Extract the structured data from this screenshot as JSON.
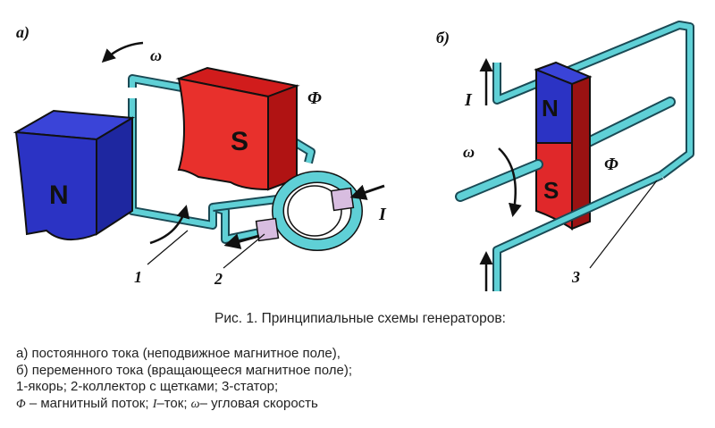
{
  "panels": {
    "a": {
      "tag": "а)",
      "omega": "ω",
      "flux": "Φ",
      "current": "I",
      "n_pole": "N",
      "s_pole": "S",
      "callout_1": "1",
      "callout_2": "2"
    },
    "b": {
      "tag": "б)",
      "omega": "ω",
      "flux": "Φ",
      "current": "I",
      "n_pole": "N",
      "s_pole": "S",
      "callout_3": "3"
    }
  },
  "caption": "Рис. 1. Принципиальные схемы генераторов:",
  "legend": {
    "line1": "а) постоянного тока (неподвижное магнитное поле),",
    "line2": "б) переменного тока (вращающееся магнитное поле);",
    "line3": "1-якорь; 2-коллектор с щетками; 3-статор;",
    "line4_phi": "Φ",
    "line4_a": " – магнитный поток; ",
    "line4_i": "I",
    "line4_b": "–ток; ",
    "line4_w": "ω",
    "line4_c": "– угловая скорость"
  },
  "colors": {
    "north": "#2b33c4",
    "south": "#e0282a",
    "wire": "#5fd0d6",
    "brush": "#d8bde0"
  }
}
